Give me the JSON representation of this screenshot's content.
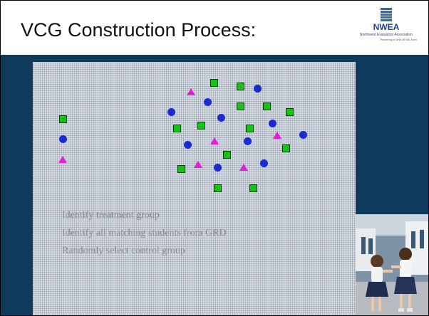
{
  "slide": {
    "title": "VCG Construction Process:",
    "logo": {
      "name": "NWEA",
      "subtitle": "Northwest Evaluation Association",
      "tagline": "Partnering to help all kids learn"
    },
    "bullets": [
      "Identify treatment group",
      "Identify all matching students from GRD",
      "Randomly select control group"
    ],
    "photo_subject": "two-girls-clapping"
  },
  "colors": {
    "band": "#0e3a5c",
    "square_fill": "#14c414",
    "circle_fill": "#1a2bd0",
    "triangle_fill": "#e020d8",
    "bullet_text": "#8a8a8a"
  }
}
